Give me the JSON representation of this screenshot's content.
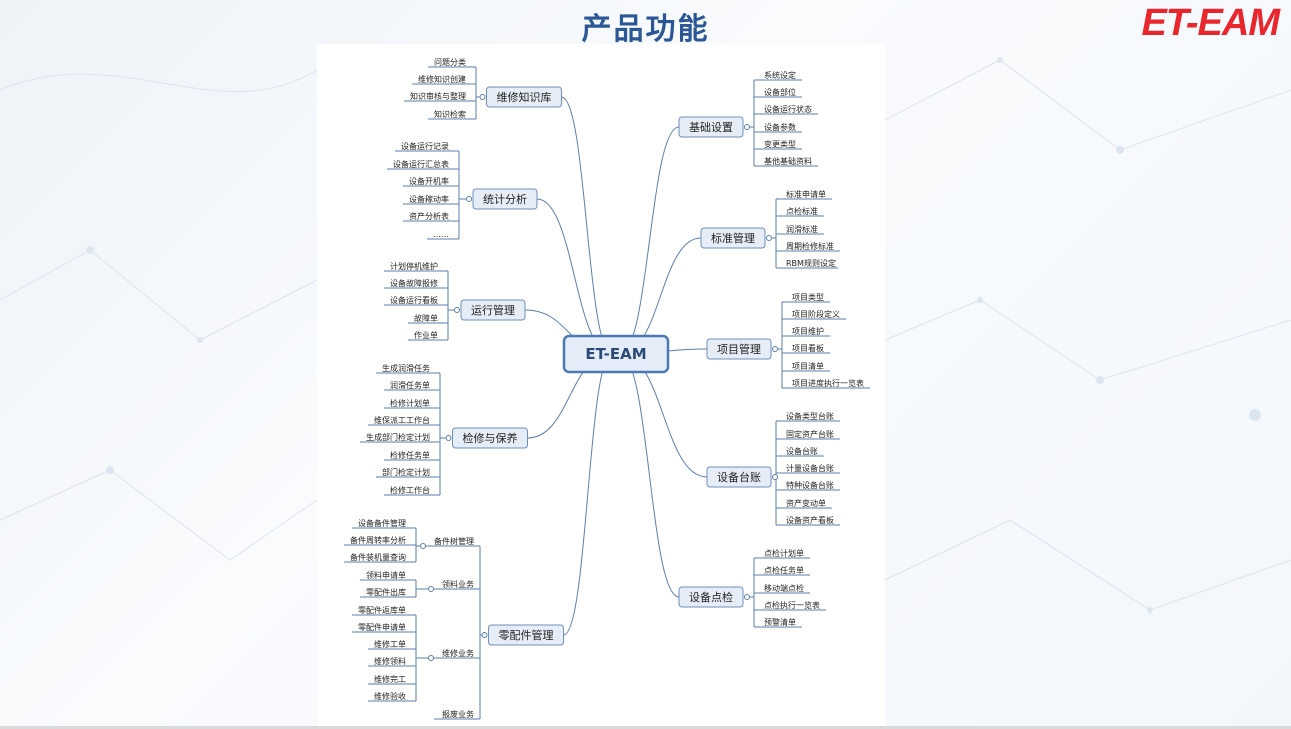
{
  "slide": {
    "title": "产品功能",
    "brand": "ET-EAM"
  },
  "center": "ET-EAM",
  "left_branches": [
    {
      "label": "维修知识库",
      "items": [
        "问题分类",
        "维修知识创建",
        "知识审核与整理",
        "知识检索"
      ]
    },
    {
      "label": "统计分析",
      "items": [
        "设备运行记录",
        "设备运行汇总表",
        "设备开机率",
        "设备稼动率",
        "资产分析表",
        "……"
      ]
    },
    {
      "label": "运行管理",
      "items": [
        "计划停机维护",
        "设备故障报修",
        "设备运行看板",
        "故障单",
        "作业单"
      ]
    },
    {
      "label": "检修与保养",
      "items": [
        "生成润滑任务",
        "润滑任务单",
        "检修计划单",
        "维保派工工作台",
        "生成部门检定计划",
        "检修任务单",
        "部门检定计划",
        "检修工作台"
      ]
    },
    {
      "label": "零配件管理",
      "subs": [
        {
          "label": "备件树管理",
          "items": [
            "设备备件管理",
            "备件周转率分析",
            "备件装机量查询"
          ]
        },
        {
          "label": "领料业务",
          "items": [
            "领料申请单",
            "零配件出库"
          ]
        },
        {
          "label": "维修业务",
          "items": [
            "零配件返库单",
            "零配件申请单",
            "维修工单",
            "维修领料",
            "维修完工",
            "维修验收"
          ]
        },
        {
          "label": "报废业务",
          "items": []
        }
      ]
    }
  ],
  "right_branches": [
    {
      "label": "基础设置",
      "items": [
        "系统设定",
        "设备部位",
        "设备运行状态",
        "设备参数",
        "变更类型",
        "基他基础资料"
      ]
    },
    {
      "label": "标准管理",
      "items": [
        "标准申请单",
        "点检标准",
        "润滑标准",
        "周期检修标准",
        "RBM规则设定"
      ]
    },
    {
      "label": "项目管理",
      "items": [
        "项目类型",
        "项目阶段定义",
        "项目维护",
        "项目看板",
        "项目清单",
        "项目进度执行一览表"
      ]
    },
    {
      "label": "设备台账",
      "items": [
        "设备类型台账",
        "固定资产台账",
        "设备台账",
        "计量设备台账",
        "特种设备台账",
        "资产变动单",
        "设备资产看板"
      ]
    },
    {
      "label": "设备点检",
      "items": [
        "点检计划单",
        "点检任务单",
        "移动端点检",
        "点检执行一览表",
        "预警清单"
      ]
    }
  ]
}
